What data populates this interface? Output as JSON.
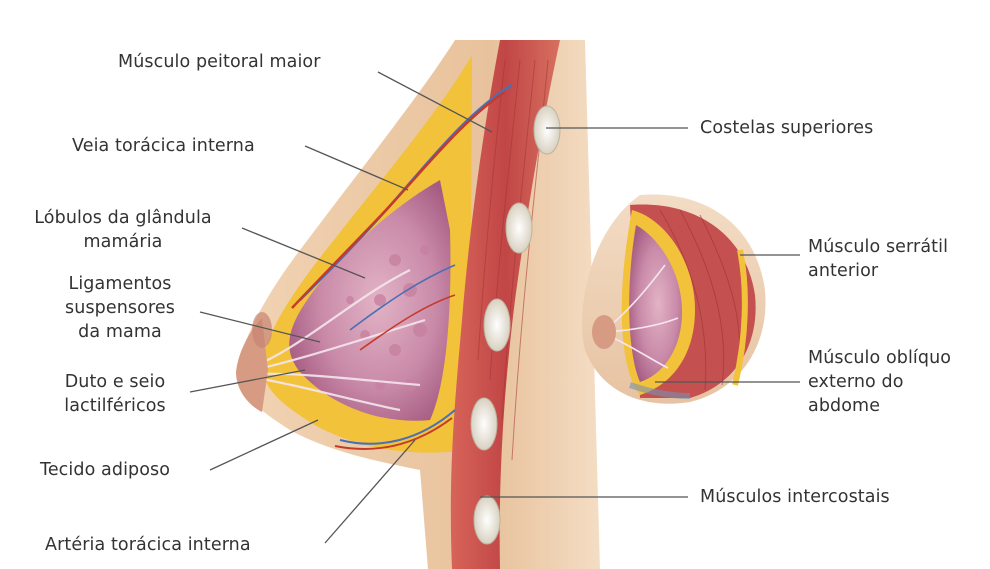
{
  "labels": {
    "peitoral": "Músculo peitoral maior",
    "veia": "Veia torácica interna",
    "lobulos_1": "Lóbulos da glândula",
    "lobulos_2": "mamária",
    "ligamentos_1": "Ligamentos",
    "ligamentos_2": "suspensores",
    "ligamentos_3": "da mama",
    "duto_1": "Duto e seio",
    "duto_2": "lactilféricos",
    "tecido": "Tecido adiposo",
    "arteria": "Artéria torácica interna",
    "costelas": "Costelas superiores",
    "serratil_1": "Músculo serrátil",
    "serratil_2": "anterior",
    "obliquo_1": "Músculo oblíquo",
    "obliquo_2": "externo do",
    "obliquo_3": "abdome",
    "intercostais": "Músculos intercostais"
  },
  "colors": {
    "skin": "#e9c6a3",
    "skin_dark": "#c99a74",
    "muscle": "#c94c4c",
    "fat": "#f2c23a",
    "gland": "#b56b8e",
    "vein": "#4a6fb5",
    "artery": "#c63a2a",
    "rib": "#e8e4da",
    "leader": "#555555"
  }
}
